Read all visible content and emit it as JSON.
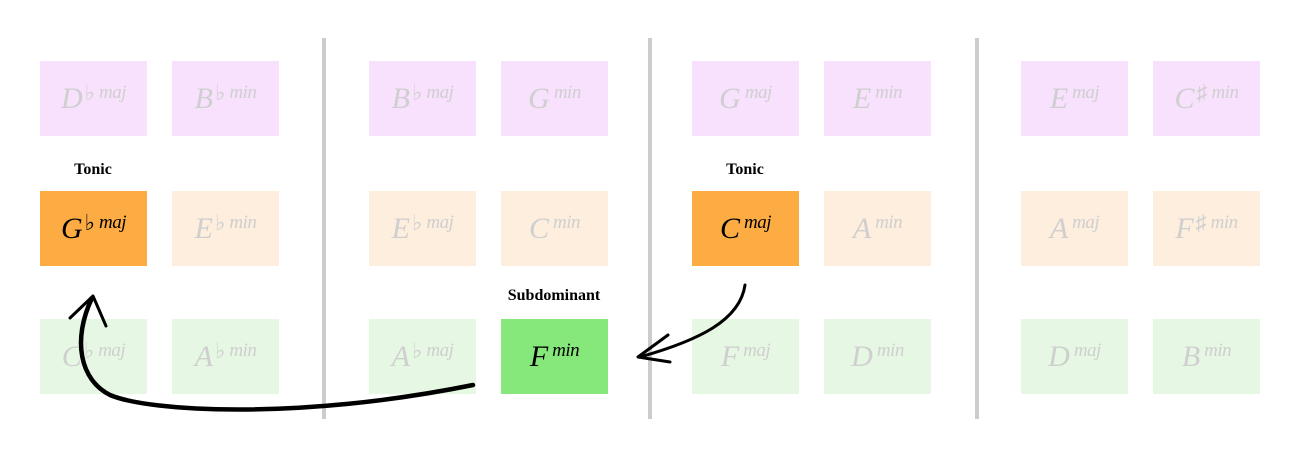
{
  "colors": {
    "row_top_faded": "#f8e1fd",
    "row_mid_faded": "#fdeedd",
    "row_mid_active": "#fdac44",
    "row_bot_faded": "#e6f8e3",
    "row_bot_active": "#86e77a",
    "divider": "#cccccc",
    "arrow": "#000000"
  },
  "panels": [
    {
      "rows": [
        [
          {
            "root": "D",
            "acc": "♭",
            "quality": "maj",
            "state": "faded"
          },
          {
            "root": "B",
            "acc": "♭",
            "quality": "min",
            "state": "faded"
          }
        ],
        [
          {
            "root": "G",
            "acc": "♭",
            "quality": "maj",
            "state": "active"
          },
          {
            "root": "E",
            "acc": "♭",
            "quality": "min",
            "state": "faded"
          }
        ],
        [
          {
            "root": "C",
            "acc": "♭",
            "quality": "maj",
            "state": "faded"
          },
          {
            "root": "A",
            "acc": "♭",
            "quality": "min",
            "state": "faded"
          }
        ]
      ],
      "label": {
        "text": "Tonic",
        "row": 1,
        "col": 0
      }
    },
    {
      "rows": [
        [
          {
            "root": "B",
            "acc": "♭",
            "quality": "maj",
            "state": "faded"
          },
          {
            "root": "G",
            "acc": "",
            "quality": "min",
            "state": "faded"
          }
        ],
        [
          {
            "root": "E",
            "acc": "♭",
            "quality": "maj",
            "state": "faded"
          },
          {
            "root": "C",
            "acc": "",
            "quality": "min",
            "state": "faded"
          }
        ],
        [
          {
            "root": "A",
            "acc": "♭",
            "quality": "maj",
            "state": "faded"
          },
          {
            "root": "F",
            "acc": "",
            "quality": "min",
            "state": "active"
          }
        ]
      ],
      "label": {
        "text": "Subdominant",
        "row": 2,
        "col": 1
      }
    },
    {
      "rows": [
        [
          {
            "root": "G",
            "acc": "",
            "quality": "maj",
            "state": "faded"
          },
          {
            "root": "E",
            "acc": "",
            "quality": "min",
            "state": "faded"
          }
        ],
        [
          {
            "root": "C",
            "acc": "",
            "quality": "maj",
            "state": "active"
          },
          {
            "root": "A",
            "acc": "",
            "quality": "min",
            "state": "faded"
          }
        ],
        [
          {
            "root": "F",
            "acc": "",
            "quality": "maj",
            "state": "faded"
          },
          {
            "root": "D",
            "acc": "",
            "quality": "min",
            "state": "faded"
          }
        ]
      ],
      "label": {
        "text": "Tonic",
        "row": 1,
        "col": 0
      }
    },
    {
      "rows": [
        [
          {
            "root": "E",
            "acc": "",
            "quality": "maj",
            "state": "faded"
          },
          {
            "root": "C",
            "acc": "♯",
            "quality": "min",
            "state": "faded"
          }
        ],
        [
          {
            "root": "A",
            "acc": "",
            "quality": "maj",
            "state": "faded"
          },
          {
            "root": "F",
            "acc": "♯",
            "quality": "min",
            "state": "faded"
          }
        ],
        [
          {
            "root": "D",
            "acc": "",
            "quality": "maj",
            "state": "faded"
          },
          {
            "root": "B",
            "acc": "",
            "quality": "min",
            "state": "faded"
          }
        ]
      ],
      "label": null
    }
  ],
  "arrows": [
    {
      "from": "C maj",
      "to": "F min"
    },
    {
      "from": "F min",
      "to": "G♭ maj"
    }
  ]
}
